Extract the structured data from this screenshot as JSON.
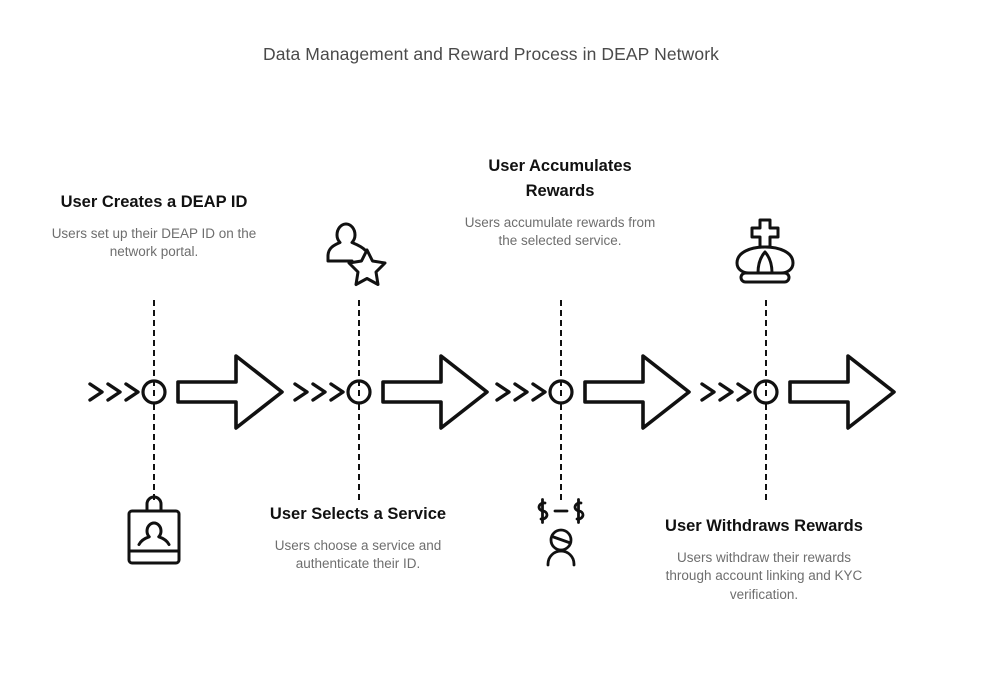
{
  "title": "Data Management and Reward Process in DEAP Network",
  "colors": {
    "title_text": "#4a4a4a",
    "heading_text": "#111111",
    "body_text": "#6e6e6e",
    "stroke": "#111111",
    "background": "#ffffff"
  },
  "steps": [
    {
      "index": "1",
      "heading": "User Creates a DEAP ID",
      "body": "Users set up their DEAP ID on the network portal.",
      "icon": "id-badge-icon",
      "text_position": "above",
      "icon_position": "below"
    },
    {
      "index": "2",
      "heading": "User Selects a Service",
      "body": "Users choose a service and authenticate their ID.",
      "icon": "person-star-icon",
      "text_position": "below",
      "icon_position": "above"
    },
    {
      "index": "3",
      "heading": "User Accumulates Rewards",
      "body": "Users accumulate rewards from the selected service.",
      "icon": "person-money-icon",
      "text_position": "above",
      "icon_position": "below"
    },
    {
      "index": "4",
      "heading": "User Withdraws Rewards",
      "body": "Users withdraw their rewards through account linking and KYC verification.",
      "icon": "crown-icon",
      "text_position": "below",
      "icon_position": "above"
    }
  ],
  "connector": {
    "chevron_count": "3",
    "node_shape": "circle",
    "arrow_shape": "outlined-right-arrow",
    "line_style": "dashed"
  }
}
